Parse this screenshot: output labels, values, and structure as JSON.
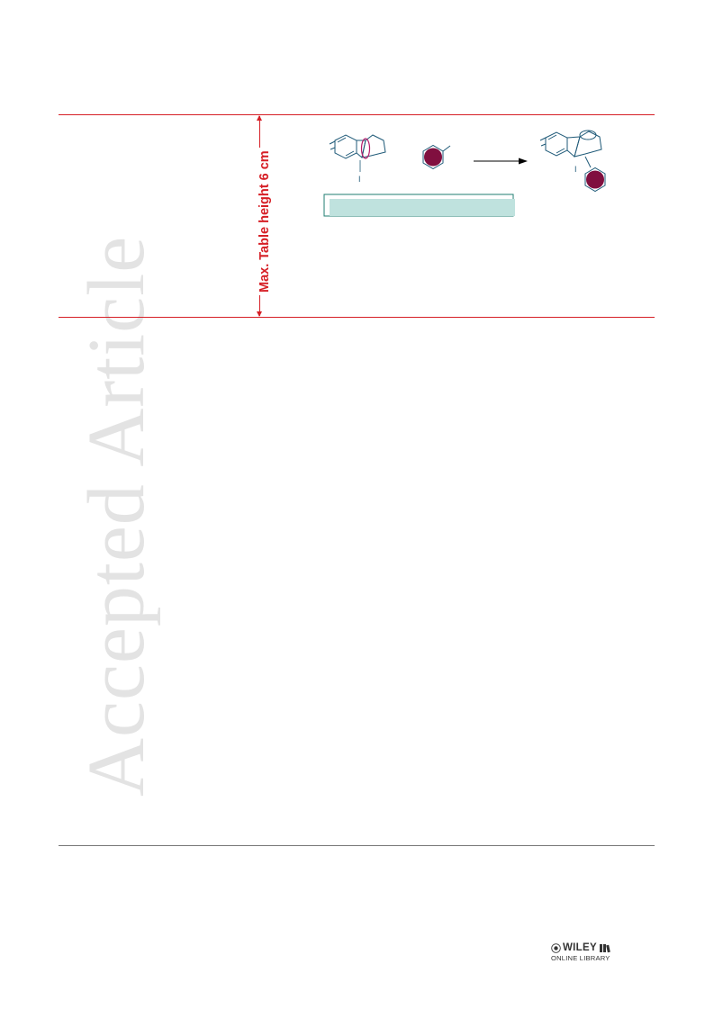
{
  "watermark": {
    "text": "Accepted Article"
  },
  "dimension": {
    "label": "Max. Table height 6 cm"
  },
  "scheme": {
    "label_left": "I",
    "label_right": "I"
  },
  "footer": {
    "publisher_name": "WILEY",
    "library_label": "ONLINE LIBRARY"
  },
  "colors": {
    "rule_red": "#d61f26",
    "scheme_blue": "#1f5a78",
    "highlight_magenta": "#b51d6b",
    "reagent_maroon": "#800f3f",
    "box_teal": "#bfe2de",
    "box_border": "#1f7d70",
    "watermark_gray": "#e3e3e3"
  }
}
